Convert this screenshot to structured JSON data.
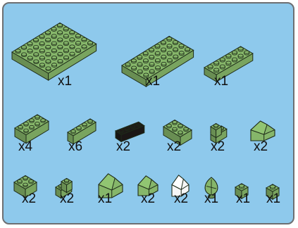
{
  "colors": {
    "panel_background": "#8ec9ec",
    "panel_border": "#6d6f72",
    "brick_green": "#86b66a",
    "brick_green_dark": "#5f8f4a",
    "brick_black": "#1e1a18",
    "brick_white": "#f7f7f7",
    "outline": "#1d2a18"
  },
  "rows": [
    {
      "items": [
        {
          "part": "plate-8x6",
          "color": "green",
          "quantity": "x1"
        },
        {
          "part": "plate-8x4",
          "color": "green",
          "quantity": "x1"
        },
        {
          "part": "plate-6x2",
          "color": "green",
          "quantity": "x1"
        }
      ]
    },
    {
      "items": [
        {
          "part": "brick-4x2",
          "color": "green",
          "quantity": "x4"
        },
        {
          "part": "brick-4x2-narrow",
          "color": "green",
          "quantity": "x6"
        },
        {
          "part": "brick-4x1",
          "color": "black",
          "quantity": "x2"
        },
        {
          "part": "brick-2x3",
          "color": "green",
          "quantity": "x2"
        },
        {
          "part": "brick-corner",
          "color": "green",
          "quantity": "x2"
        },
        {
          "part": "slope-2x2",
          "color": "green",
          "quantity": "x2"
        }
      ]
    },
    {
      "items": [
        {
          "part": "brick-2x2",
          "color": "green",
          "quantity": "x2"
        },
        {
          "part": "brick-corner-small",
          "color": "green",
          "quantity": "x2"
        },
        {
          "part": "slope-2x2-tall",
          "color": "green",
          "quantity": "x1"
        },
        {
          "part": "slope-1x2",
          "color": "green",
          "quantity": "x2"
        },
        {
          "part": "slope-1x2",
          "color": "white",
          "quantity": "x2"
        },
        {
          "part": "figure-leaf",
          "color": "green",
          "quantity": "x1"
        },
        {
          "part": "brick-1x1-round",
          "color": "green",
          "quantity": "x1"
        },
        {
          "part": "brick-1x1",
          "color": "green",
          "quantity": "x1"
        }
      ]
    }
  ]
}
